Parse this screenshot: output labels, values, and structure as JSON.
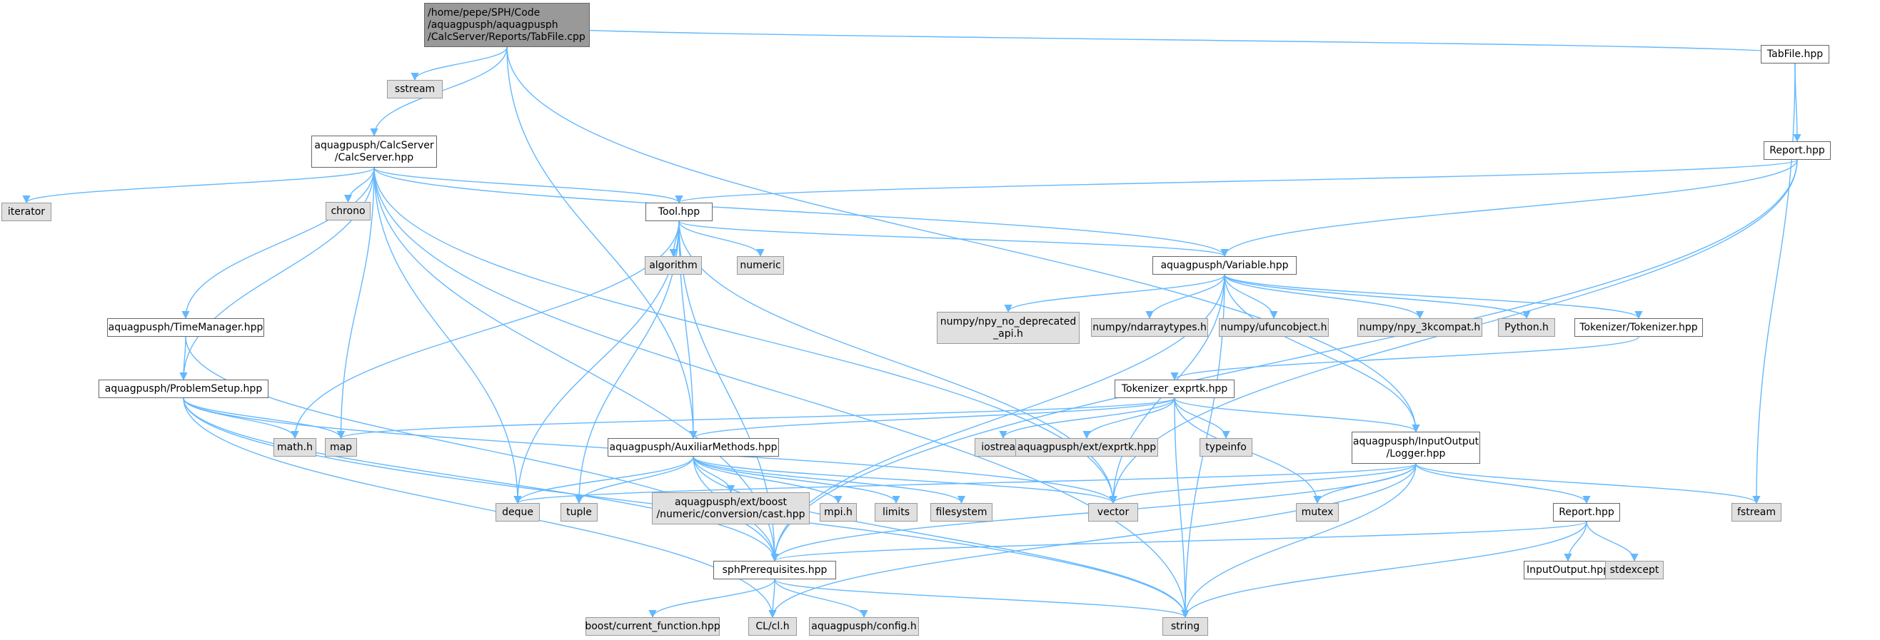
{
  "diagram": {
    "nodes": [
      {
        "id": "tabfile_cpp",
        "label": "/home/pepe/SPH/Code\n/aquagpusph/aquagpusph\n/CalcServer/Reports/TabFile.cpp",
        "kind": "root"
      },
      {
        "id": "sstream",
        "label": "sstream",
        "kind": "ext"
      },
      {
        "id": "tabfile_hpp",
        "label": "TabFile.hpp",
        "kind": "int"
      },
      {
        "id": "report_top",
        "label": "Report.hpp",
        "kind": "int"
      },
      {
        "id": "calcserver",
        "label": "aquagpusph/CalcServer\n/CalcServer.hpp",
        "kind": "int"
      },
      {
        "id": "iterator",
        "label": "iterator",
        "kind": "ext"
      },
      {
        "id": "chrono",
        "label": "chrono",
        "kind": "ext"
      },
      {
        "id": "tool",
        "label": "Tool.hpp",
        "kind": "int"
      },
      {
        "id": "algorithm",
        "label": "algorithm",
        "kind": "ext"
      },
      {
        "id": "numeric",
        "label": "numeric",
        "kind": "ext"
      },
      {
        "id": "variable",
        "label": "aquagpusph/Variable.hpp",
        "kind": "int"
      },
      {
        "id": "npy_dep",
        "label": "numpy/npy_no_deprecated\n_api.h",
        "kind": "ext"
      },
      {
        "id": "ndarraytypes",
        "label": "numpy/ndarraytypes.h",
        "kind": "ext"
      },
      {
        "id": "ufuncobject",
        "label": "numpy/ufuncobject.h",
        "kind": "ext"
      },
      {
        "id": "npy3k",
        "label": "numpy/npy_3kcompat.h",
        "kind": "ext"
      },
      {
        "id": "python",
        "label": "Python.h",
        "kind": "ext"
      },
      {
        "id": "tokenizer",
        "label": "Tokenizer/Tokenizer.hpp",
        "kind": "int"
      },
      {
        "id": "timemanager",
        "label": "aquagpusph/TimeManager.hpp",
        "kind": "int"
      },
      {
        "id": "problemsetup",
        "label": "aquagpusph/ProblemSetup.hpp",
        "kind": "int"
      },
      {
        "id": "tokenizer_exprtk",
        "label": "Tokenizer_exprtk.hpp",
        "kind": "int"
      },
      {
        "id": "math",
        "label": "math.h",
        "kind": "ext"
      },
      {
        "id": "map",
        "label": "map",
        "kind": "ext"
      },
      {
        "id": "auxiliar",
        "label": "aquagpusph/AuxiliarMethods.hpp",
        "kind": "int"
      },
      {
        "id": "iostream",
        "label": "iostream",
        "kind": "ext"
      },
      {
        "id": "exprtk",
        "label": "aquagpusph/ext/exprtk.hpp",
        "kind": "ext"
      },
      {
        "id": "typeinfo",
        "label": "typeinfo",
        "kind": "ext"
      },
      {
        "id": "logger",
        "label": "aquagpusph/InputOutput\n/Logger.hpp",
        "kind": "int"
      },
      {
        "id": "deque",
        "label": "deque",
        "kind": "ext"
      },
      {
        "id": "tuple",
        "label": "tuple",
        "kind": "ext"
      },
      {
        "id": "boostcast",
        "label": "aquagpusph/ext/boost\n/numeric/conversion/cast.hpp",
        "kind": "ext"
      },
      {
        "id": "mpi",
        "label": "mpi.h",
        "kind": "ext"
      },
      {
        "id": "limits",
        "label": "limits",
        "kind": "ext"
      },
      {
        "id": "filesystem",
        "label": "filesystem",
        "kind": "ext"
      },
      {
        "id": "vector",
        "label": "vector",
        "kind": "ext"
      },
      {
        "id": "mutex",
        "label": "mutex",
        "kind": "ext"
      },
      {
        "id": "fstream",
        "label": "fstream",
        "kind": "ext"
      },
      {
        "id": "report_low",
        "label": "Report.hpp",
        "kind": "int"
      },
      {
        "id": "inputoutput",
        "label": "InputOutput.hpp",
        "kind": "int"
      },
      {
        "id": "stdexcept",
        "label": "stdexcept",
        "kind": "ext"
      },
      {
        "id": "sphprereq",
        "label": "sphPrerequisites.hpp",
        "kind": "int"
      },
      {
        "id": "boostfunc",
        "label": "boost/current_function.hpp",
        "kind": "ext"
      },
      {
        "id": "clh",
        "label": "CL/cl.h",
        "kind": "ext"
      },
      {
        "id": "config",
        "label": "aquagpusph/config.h",
        "kind": "ext"
      },
      {
        "id": "string",
        "label": "string",
        "kind": "ext"
      }
    ],
    "edges": [
      [
        "tabfile_cpp",
        "sstream"
      ],
      [
        "tabfile_cpp",
        "calcserver"
      ],
      [
        "tabfile_cpp",
        "auxiliar"
      ],
      [
        "tabfile_cpp",
        "logger"
      ],
      [
        "tabfile_cpp",
        "tabfile_hpp"
      ],
      [
        "tabfile_hpp",
        "report_top"
      ],
      [
        "tabfile_hpp",
        "fstream"
      ],
      [
        "report_top",
        "tool"
      ],
      [
        "report_top",
        "variable"
      ],
      [
        "report_top",
        "vector"
      ],
      [
        "report_top",
        "sphprereq"
      ],
      [
        "calcserver",
        "iterator"
      ],
      [
        "calcserver",
        "chrono"
      ],
      [
        "calcserver",
        "tool"
      ],
      [
        "calcserver",
        "variable"
      ],
      [
        "calcserver",
        "timemanager"
      ],
      [
        "calcserver",
        "problemsetup"
      ],
      [
        "calcserver",
        "deque"
      ],
      [
        "calcserver",
        "map"
      ],
      [
        "calcserver",
        "vector"
      ],
      [
        "calcserver",
        "sphprereq"
      ],
      [
        "calcserver",
        "string"
      ],
      [
        "tool",
        "algorithm"
      ],
      [
        "tool",
        "numeric"
      ],
      [
        "tool",
        "variable"
      ],
      [
        "tool",
        "math"
      ],
      [
        "tool",
        "deque"
      ],
      [
        "tool",
        "tuple"
      ],
      [
        "tool",
        "auxiliar"
      ],
      [
        "tool",
        "vector"
      ],
      [
        "tool",
        "sphprereq"
      ],
      [
        "variable",
        "npy_dep"
      ],
      [
        "variable",
        "ndarraytypes"
      ],
      [
        "variable",
        "ufuncobject"
      ],
      [
        "variable",
        "npy3k"
      ],
      [
        "variable",
        "python"
      ],
      [
        "variable",
        "tokenizer"
      ],
      [
        "variable",
        "vector"
      ],
      [
        "variable",
        "sphprereq"
      ],
      [
        "variable",
        "string"
      ],
      [
        "variable",
        "logger"
      ],
      [
        "tokenizer",
        "tokenizer_exprtk"
      ],
      [
        "tokenizer_exprtk",
        "map"
      ],
      [
        "tokenizer_exprtk",
        "auxiliar"
      ],
      [
        "tokenizer_exprtk",
        "iostream"
      ],
      [
        "tokenizer_exprtk",
        "exprtk"
      ],
      [
        "tokenizer_exprtk",
        "typeinfo"
      ],
      [
        "tokenizer_exprtk",
        "mutex"
      ],
      [
        "tokenizer_exprtk",
        "logger"
      ],
      [
        "tokenizer_exprtk",
        "string"
      ],
      [
        "timemanager",
        "problemsetup"
      ],
      [
        "timemanager",
        "sphprereq"
      ],
      [
        "problemsetup",
        "math"
      ],
      [
        "problemsetup",
        "map"
      ],
      [
        "problemsetup",
        "vector"
      ],
      [
        "problemsetup",
        "sphprereq"
      ],
      [
        "problemsetup",
        "clh"
      ],
      [
        "problemsetup",
        "string"
      ],
      [
        "auxiliar",
        "deque"
      ],
      [
        "auxiliar",
        "tuple"
      ],
      [
        "auxiliar",
        "boostcast"
      ],
      [
        "auxiliar",
        "mpi"
      ],
      [
        "auxiliar",
        "limits"
      ],
      [
        "auxiliar",
        "filesystem"
      ],
      [
        "auxiliar",
        "vector"
      ],
      [
        "auxiliar",
        "sphprereq"
      ],
      [
        "auxiliar",
        "string"
      ],
      [
        "logger",
        "deque"
      ],
      [
        "logger",
        "vector"
      ],
      [
        "logger",
        "mutex"
      ],
      [
        "logger",
        "fstream"
      ],
      [
        "logger",
        "report_low"
      ],
      [
        "logger",
        "sphprereq"
      ],
      [
        "logger",
        "clh"
      ],
      [
        "logger",
        "string"
      ],
      [
        "report_low",
        "sphprereq"
      ],
      [
        "report_low",
        "inputoutput"
      ],
      [
        "report_low",
        "stdexcept"
      ],
      [
        "report_low",
        "string"
      ],
      [
        "sphprereq",
        "boostfunc"
      ],
      [
        "sphprereq",
        "clh"
      ],
      [
        "sphprereq",
        "config"
      ],
      [
        "sphprereq",
        "string"
      ]
    ]
  }
}
